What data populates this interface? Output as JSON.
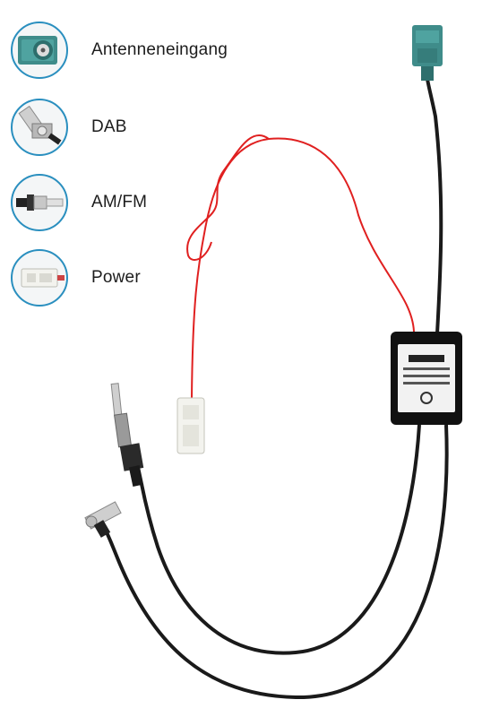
{
  "legend": {
    "items": [
      {
        "label": "Antenneneingang",
        "icon": "fakra-z-connector-icon"
      },
      {
        "label": "DAB",
        "icon": "smb-angled-connector-icon"
      },
      {
        "label": "AM/FM",
        "icon": "din-plug-icon"
      },
      {
        "label": "Power",
        "icon": "power-plug-icon"
      }
    ]
  },
  "colors": {
    "accent": "#2a8fbf",
    "fakra_teal": "#3f8c8a",
    "wire_red": "#e02020",
    "cable_black": "#1a1a1a"
  }
}
